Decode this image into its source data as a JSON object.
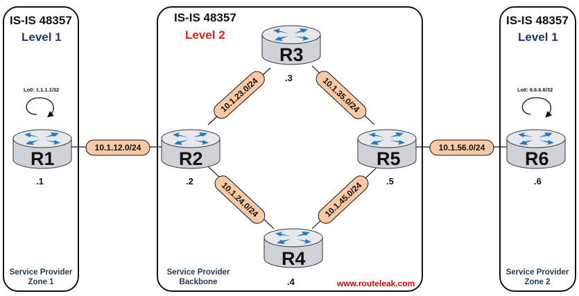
{
  "colors": {
    "level1": "#1f3b63",
    "level2": "#e31b1b",
    "link_pill_fill": "#f8c9a4",
    "router_body": "#cfd3d8",
    "arrow_blue": "#1e7bc4",
    "watermark": "#e00000"
  },
  "zones": [
    {
      "id": "zone-left",
      "title": "IS-IS 48357",
      "level": "Level 1",
      "footer_line1": "Service Provider",
      "footer_line2": "Zone 1"
    },
    {
      "id": "zone-middle",
      "title": "IS-IS 48357",
      "level": "Level 2",
      "footer_line1": "Service Provider",
      "footer_line2": "Backbone"
    },
    {
      "id": "zone-right",
      "title": "IS-IS 48357",
      "level": "Level 1",
      "footer_line1": "Service Provider",
      "footer_line2": "Zone 2"
    }
  ],
  "routers": [
    {
      "name": "R1",
      "ip_suffix": ".1",
      "loopback": "Lo0: 1.1.1.1/32"
    },
    {
      "name": "R2",
      "ip_suffix": ".2"
    },
    {
      "name": "R3",
      "ip_suffix": ".3"
    },
    {
      "name": "R4",
      "ip_suffix": ".4"
    },
    {
      "name": "R5",
      "ip_suffix": ".5"
    },
    {
      "name": "R6",
      "ip_suffix": ".6",
      "loopback": "Lo0: 6.6.6.6/32"
    }
  ],
  "links": [
    {
      "name": "link-r1-r2",
      "subnet": "10.1.12.0/24",
      "from": "R1",
      "to": "R2"
    },
    {
      "name": "link-r2-r3",
      "subnet": "10.1.23.0/24",
      "from": "R2",
      "to": "R3"
    },
    {
      "name": "link-r3-r5",
      "subnet": "10.1.35.0/24",
      "from": "R3",
      "to": "R5"
    },
    {
      "name": "link-r2-r4",
      "subnet": "10.1.24.0/24",
      "from": "R2",
      "to": "R4"
    },
    {
      "name": "link-r4-r5",
      "subnet": "10.1.45.0/24",
      "from": "R4",
      "to": "R5"
    },
    {
      "name": "link-r5-r6",
      "subnet": "10.1.56.0/24",
      "from": "R5",
      "to": "R6"
    }
  ],
  "watermark": "www.routeleak.com"
}
